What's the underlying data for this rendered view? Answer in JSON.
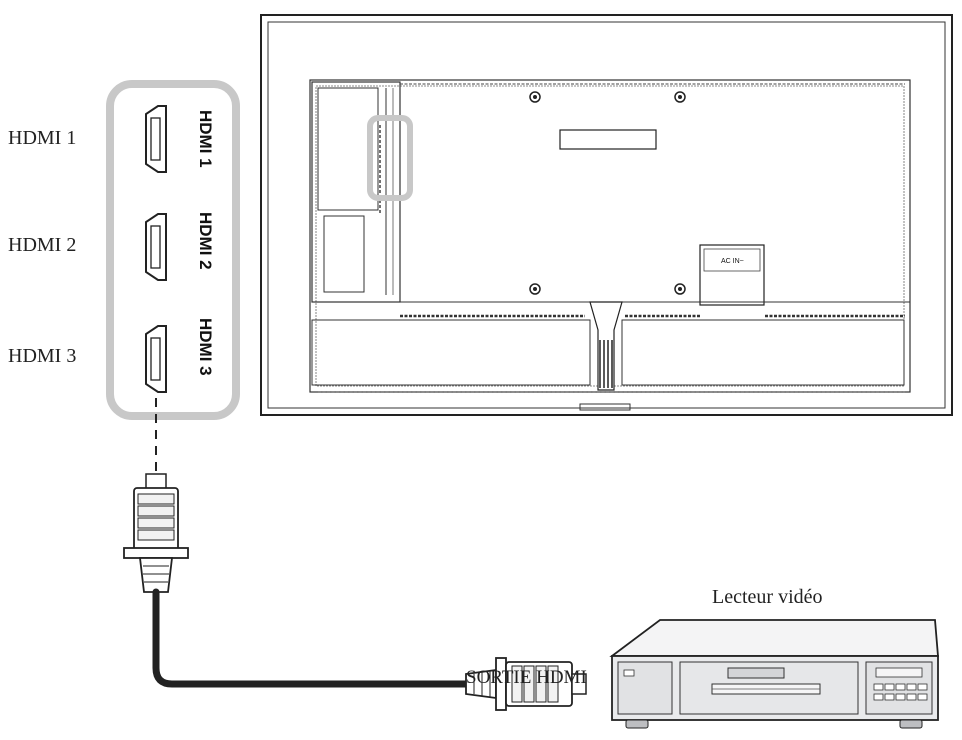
{
  "labels": {
    "hdmi1": "HDMI 1",
    "hdmi2": "HDMI 2",
    "hdmi3": "HDMI 3",
    "player": "Lecteur vidéo",
    "hdmi_out": "SORTIE HDMI"
  },
  "ports": {
    "p1": "HDMI 1",
    "p2": "HDMI 2",
    "p3": "HDMI 3"
  },
  "panel": {
    "ac_in": "AC IN~"
  },
  "colors": {
    "highlight": "#c8c8c8",
    "stroke": "#222222",
    "device_fill": "#e9eaec"
  }
}
